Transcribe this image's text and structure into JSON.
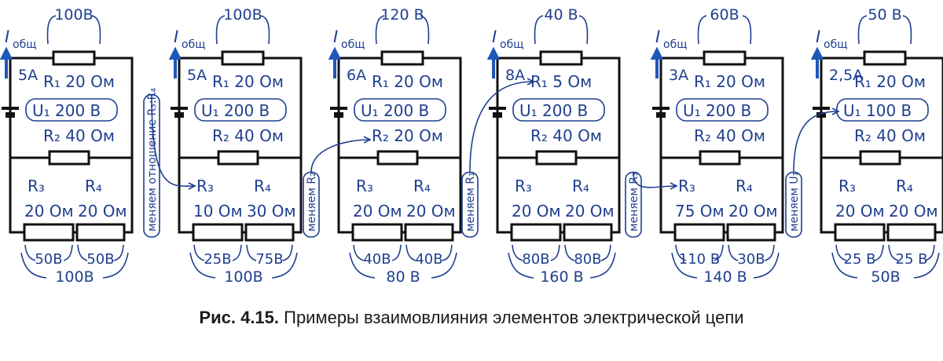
{
  "colors": {
    "wire": "#111111",
    "ink": "#1f3f8f",
    "arrow": "#1f57b8",
    "caption": "#1a1a1a"
  },
  "circuits": [
    {
      "i_label": "I",
      "i_sub": "общ",
      "current": "5A",
      "r1": "R₁ 20 Ом",
      "u": "U₁ 200 В",
      "r2": "R₂ 40 Ом",
      "r3": "R₃",
      "r4": "R₄",
      "r3_val": "20 Ом",
      "r4_val": "20 Ом",
      "top_v": "100В",
      "v3": "50В",
      "v4": "50В",
      "total_v": "100В",
      "note": "",
      "note_target": ""
    },
    {
      "i_label": "I",
      "i_sub": "общ",
      "current": "5A",
      "r1": "R₁ 20 Ом",
      "u": "U₁ 200 В",
      "r2": "R₂ 40 Ом",
      "r3": "R₃",
      "r4": "R₄",
      "r3_val": "10 Ом",
      "r4_val": "30 Ом",
      "top_v": "100В",
      "v3": "25В",
      "v4": "75В",
      "total_v": "100В",
      "note": "меняем отношение R₃:R₄",
      "note_target": "r3"
    },
    {
      "i_label": "I",
      "i_sub": "общ",
      "current": "6A",
      "r1": "R₁ 20 Ом",
      "u": "U₁ 200 В",
      "r2": "R₂ 20 Ом",
      "r3": "R₃",
      "r4": "R₄",
      "r3_val": "20 Ом",
      "r4_val": "20 Ом",
      "top_v": "120 В",
      "v3": "40В",
      "v4": "40В",
      "total_v": "80 В",
      "note": "меняем R₂",
      "note_target": "r2"
    },
    {
      "i_label": "I",
      "i_sub": "общ",
      "current": "8A",
      "r1": "R₁ 5 Ом",
      "u": "U₁ 200 В",
      "r2": "R₂ 40 Ом",
      "r3": "R₃",
      "r4": "R₄",
      "r3_val": "20 Ом",
      "r4_val": "20 Ом",
      "top_v": "40 В",
      "v3": "80В",
      "v4": "80В",
      "total_v": "160 В",
      "note": "меняем R₁",
      "note_target": "r1"
    },
    {
      "i_label": "I",
      "i_sub": "общ",
      "current": "3A",
      "r1": "R₁ 20 Ом",
      "u": "U₁ 200 В",
      "r2": "R₂ 40 Ом",
      "r3": "R₃",
      "r4": "R₄",
      "r3_val": "75 Ом",
      "r4_val": "20 Ом",
      "top_v": "60В",
      "v3": "110 В",
      "v4": "30В",
      "total_v": "140 В",
      "note": "меняем R₃",
      "note_target": "r3"
    },
    {
      "i_label": "I",
      "i_sub": "общ",
      "current": "2,5A",
      "r1": "R₁ 20 Ом",
      "u": "U₁ 100 В",
      "r2": "R₂ 40 Ом",
      "r3": "R₃",
      "r4": "R₄",
      "r3_val": "20 Ом",
      "r4_val": "20 Ом",
      "top_v": "50 В",
      "v3": "25 В",
      "v4": "25 В",
      "total_v": "50В",
      "note": "меняем U₁",
      "note_target": "u"
    }
  ],
  "caption": {
    "label": "Рис. 4.15.",
    "text": " Примеры взаимовлияния элементов электрической цепи"
  }
}
